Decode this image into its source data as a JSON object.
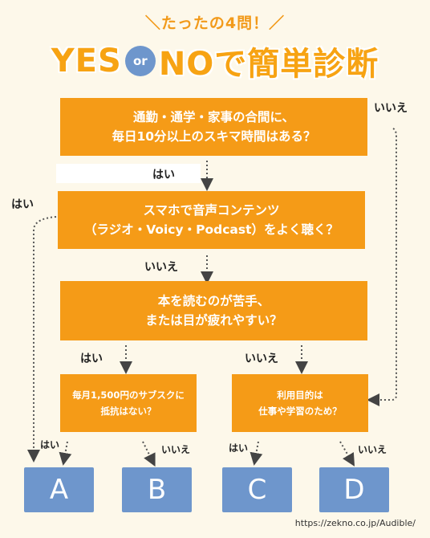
{
  "header": {
    "subtitle": "＼たったの4問！／",
    "title_yes": "YES",
    "title_or": "or",
    "title_no": "NOで簡単診断"
  },
  "questions": {
    "q1": {
      "line1": "通勤・通学・家事の合間に、",
      "line2": "毎日10分以上のスキマ時間はある？"
    },
    "q2": {
      "line1": "スマホで音声コンテンツ",
      "line2": "（ラジオ・Voicy・Podcast）をよく聴く？"
    },
    "q3": {
      "line1": "本を読むのが苦手、",
      "line2": "または目が疲れやすい？"
    },
    "q4a": {
      "line1": "毎月1,500円のサブスクに",
      "line2": "抵抗はない？"
    },
    "q4b": {
      "line1": "利用目的は",
      "line2": "仕事や学習のため？"
    }
  },
  "labels": {
    "q1_no": "いいえ",
    "q1_yes": "はい",
    "q2_yes": "はい",
    "q2_no": "いいえ",
    "q3_yes": "はい",
    "q3_no": "いいえ",
    "q4a_yes": "はい",
    "q4a_no": "いいえ",
    "q4b_yes": "はい",
    "q4b_no": "いいえ"
  },
  "answers": [
    "A",
    "B",
    "C",
    "D"
  ],
  "source_url": "https://zekno.co.jp/Audible/",
  "colors": {
    "orange": "#f59b17",
    "blue": "#6e96cc",
    "background": "#fdf8ea"
  }
}
